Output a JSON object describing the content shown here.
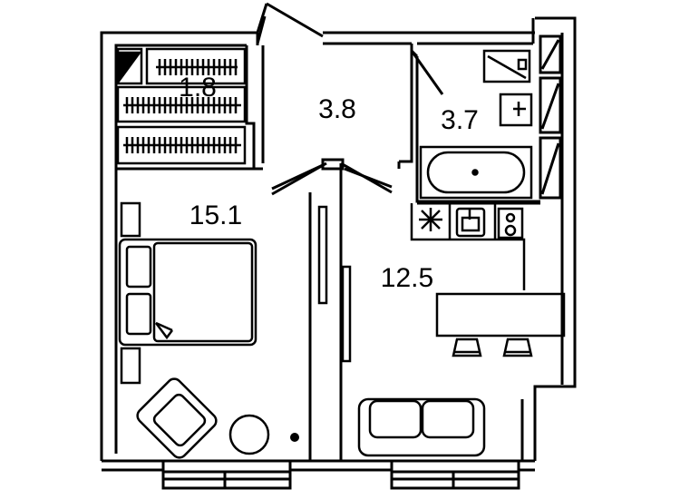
{
  "floor_plan": {
    "rooms": [
      {
        "id": "storage",
        "area": "1.8"
      },
      {
        "id": "hall",
        "area": "3.8"
      },
      {
        "id": "bathroom",
        "area": "3.7"
      },
      {
        "id": "bedroom",
        "area": "15.1"
      },
      {
        "id": "kitchen-living",
        "area": "12.5"
      }
    ]
  },
  "colors": {
    "line": "#000000",
    "background": "#ffffff"
  }
}
